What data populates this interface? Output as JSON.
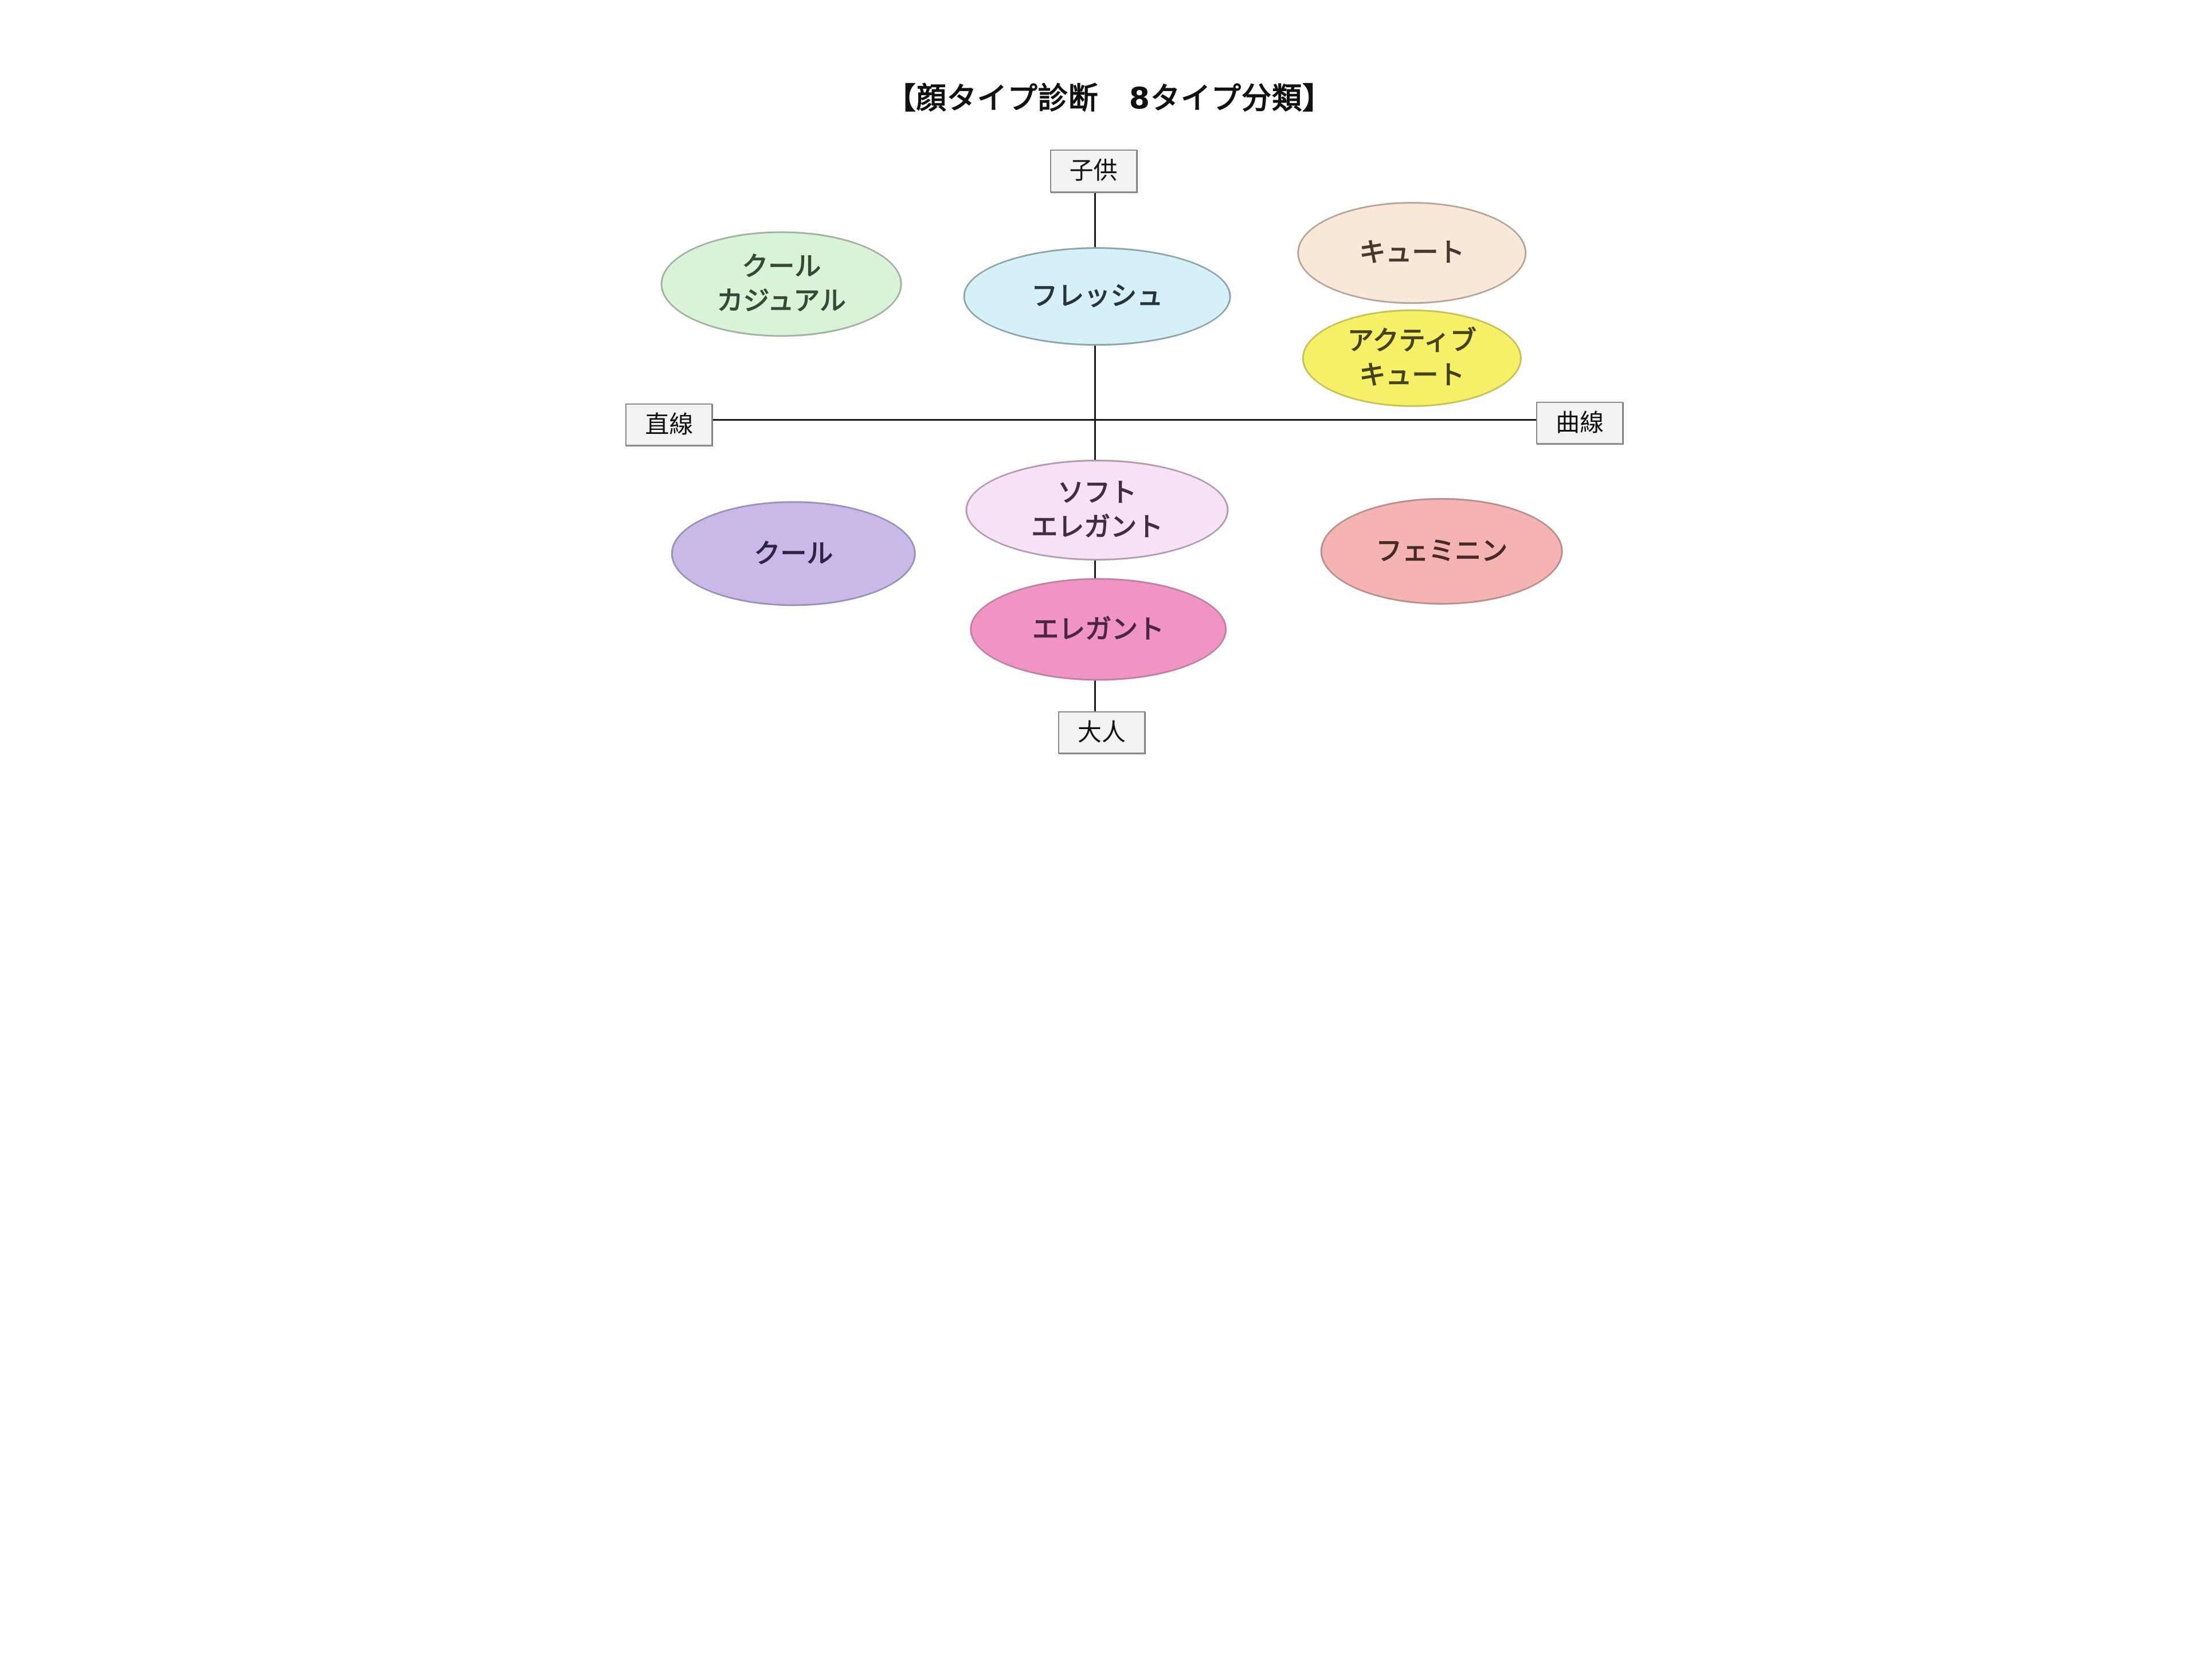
{
  "title": "【顔タイプ診断　8タイプ分類】",
  "axes": {
    "top": "子供",
    "bottom": "大人",
    "left": "直線",
    "right": "曲線"
  },
  "types": [
    {
      "id": "cool-casual",
      "label": "クール\nカジュアル",
      "region": "top-left",
      "fill": "#d9f3d9",
      "border": "#a2b2a0",
      "text_color": "#384838"
    },
    {
      "id": "fresh",
      "label": "フレッシュ",
      "region": "top-center",
      "fill": "#d5f0f6",
      "border": "#8da4aa",
      "text_color": "#27343a"
    },
    {
      "id": "cute",
      "label": "キュート",
      "region": "top-right",
      "fill": "#f9e8d8",
      "border": "#b5a698",
      "text_color": "#43392e"
    },
    {
      "id": "active-cute",
      "label": "アクティブ\nキュート",
      "region": "right-upper-middle",
      "fill": "#f5f068",
      "border": "#c6c254",
      "text_color": "#44421b"
    },
    {
      "id": "soft-elegant",
      "label": "ソフト\nエレガント",
      "region": "center-below-axis",
      "fill": "#f6e2f4",
      "border": "#b39ab3",
      "text_color": "#3e2e44"
    },
    {
      "id": "cool",
      "label": "クール",
      "region": "bottom-left",
      "fill": "#c9b9e9",
      "border": "#9a90b8",
      "text_color": "#2d2444"
    },
    {
      "id": "feminine",
      "label": "フェミニン",
      "region": "bottom-right",
      "fill": "#f5b4b1",
      "border": "#b78f8d",
      "text_color": "#452a27"
    },
    {
      "id": "elegant",
      "label": "エレガント",
      "region": "bottom-center",
      "fill": "#f094c4",
      "border": "#c080a5",
      "text_color": "#4c2640"
    }
  ]
}
